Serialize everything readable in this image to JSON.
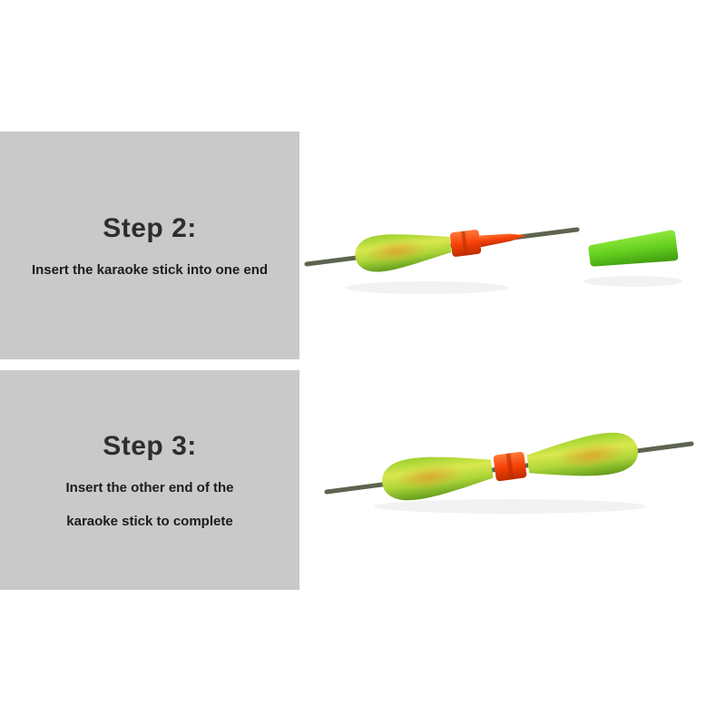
{
  "page": {
    "background": "#ffffff"
  },
  "steps": [
    {
      "id": "step-2",
      "title": "Step 2:",
      "description_lines": [
        "Insert the karaoke stick into one end"
      ]
    },
    {
      "id": "step-3",
      "title": "Step 3:",
      "description_lines": [
        "Insert the other end of the",
        "karaoke stick to complete"
      ]
    }
  ],
  "colors": {
    "panel_gray": "#c9c9c9",
    "title_text": "#2e2e2e",
    "body_text": "#1c1c1c",
    "float_green": "#a8d632",
    "float_highlight": "#d9e84e",
    "float_orange_glow": "#e2992b",
    "connector_orange": "#f64208",
    "stick_olive": "#5d6450",
    "cone_green": "#63cf1e"
  },
  "photos": [
    {
      "name": "float-body-and-connector-on-stick-with-separate-cone-cap"
    },
    {
      "name": "completed-float-assembly-both-ends-on-stick"
    }
  ]
}
